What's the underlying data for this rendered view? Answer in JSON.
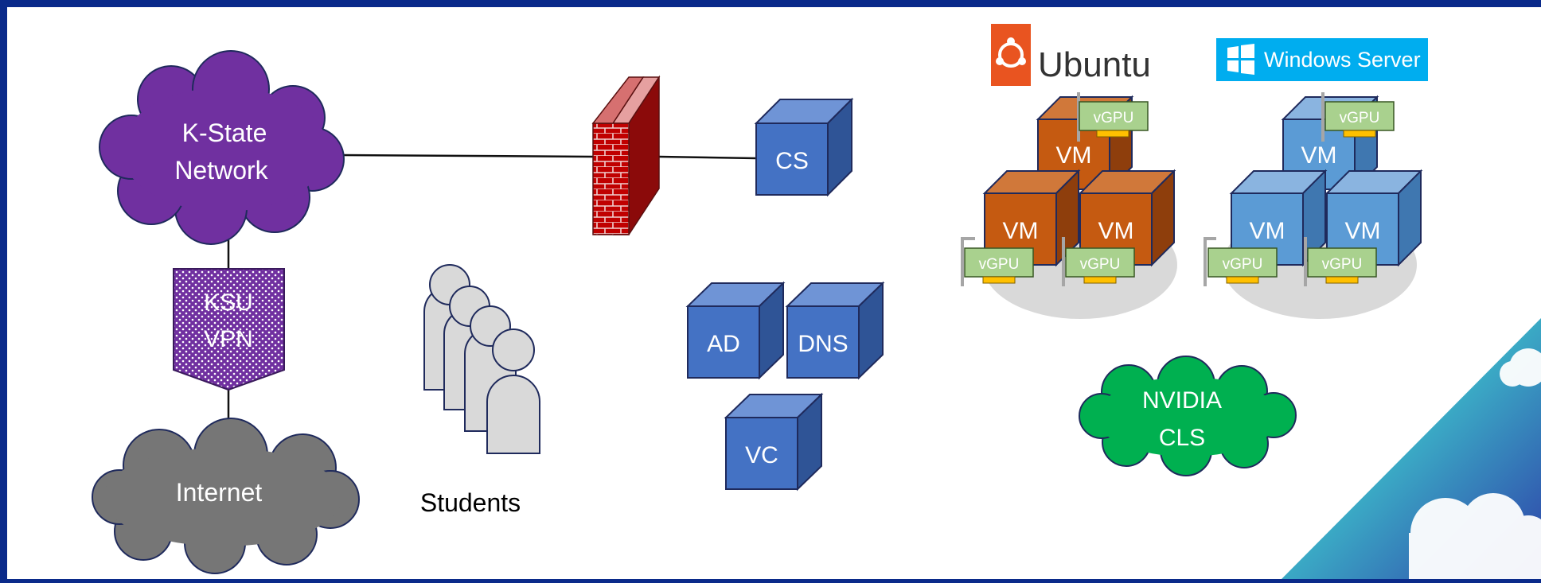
{
  "network": {
    "kstate": [
      "K-State",
      "Network"
    ],
    "internet": "Internet",
    "nvidia": [
      "NVIDIA",
      "CLS"
    ]
  },
  "vpn": [
    "KSU",
    "VPN"
  ],
  "students": {
    "label": "Students"
  },
  "servers": {
    "cs": "CS",
    "ad": "AD",
    "dns": "DNS",
    "vc": "VC"
  },
  "ubuntu": {
    "logo": "Ubuntu",
    "vm_label": "VM",
    "gpu_label": "vGPU"
  },
  "windows": {
    "logo": "Windows Server",
    "vm_label": "VM",
    "gpu_label": "vGPU"
  },
  "colors": {
    "background": "#ffffff",
    "frame": "#0a2a8a",
    "kstate_cloud": "#7030a0",
    "internet_cloud": "#767676",
    "nvidia_cloud": "#00b050",
    "server_cube": "#4472c4",
    "ubuntu_vm": "#c55a11",
    "windows_vm": "#5b9bd5",
    "vgpu_card": "#a9d18e",
    "ubuntu_logo_bg": "#e95420",
    "windows_logo_bg": "#00adef",
    "firewall": "#c00000"
  },
  "icons": [
    "cloud-shape",
    "firewall-icon",
    "shield-shape",
    "person-icon",
    "cube-shape",
    "gpu-card-icon",
    "ubuntu-logo",
    "windows-logo"
  ]
}
